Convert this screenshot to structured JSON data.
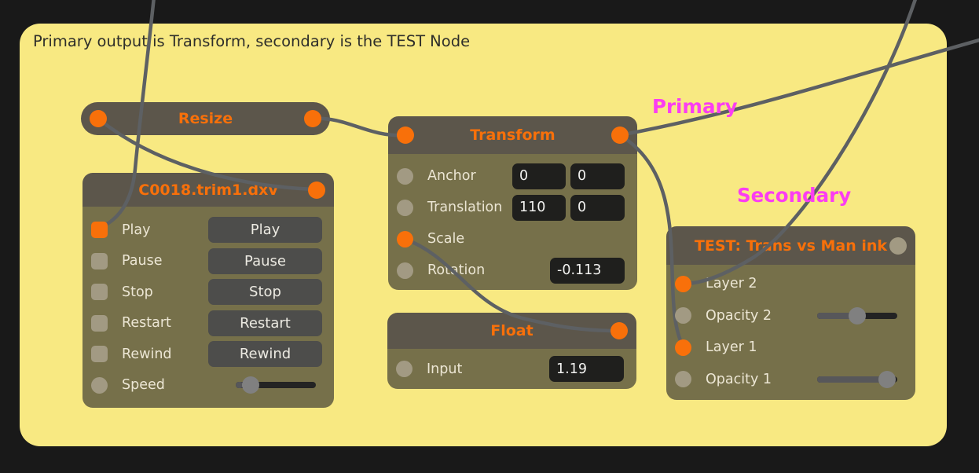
{
  "caption": "Primary output is Transform, secondary is the TEST Node",
  "annotations": {
    "primary": "Primary",
    "secondary": "Secondary"
  },
  "colors": {
    "frame_bg": "#191919",
    "canvas_bg": "#f8e982",
    "node_header": "#5c564b",
    "node_body": "#76704a",
    "accent_orange": "#f8700a",
    "port_gray": "#a29a83",
    "wire": "#5d6063",
    "magenta": "#fb3df2",
    "field_bg": "#1f1f1d",
    "button_bg": "#4d4d4b",
    "label_text": "#ece6d4",
    "caption_text": "#2e2e2a"
  },
  "nodes": {
    "resize": {
      "title": "Resize"
    },
    "movie": {
      "title": "C0018.trim1.dxv",
      "rows": [
        {
          "label": "Play",
          "port": "orange-square",
          "button": "Play"
        },
        {
          "label": "Pause",
          "port": "gray-square",
          "button": "Pause"
        },
        {
          "label": "Stop",
          "port": "gray-square",
          "button": "Stop"
        },
        {
          "label": "Restart",
          "port": "gray-square",
          "button": "Restart"
        },
        {
          "label": "Rewind",
          "port": "gray-square",
          "button": "Rewind"
        },
        {
          "label": "Speed",
          "port": "gray-circle",
          "slider": {
            "value_pct": 10
          }
        }
      ]
    },
    "transform": {
      "title": "Transform",
      "rows": [
        {
          "label": "Anchor",
          "port": "gray-circle",
          "fields": [
            "0",
            "0"
          ]
        },
        {
          "label": "Translation",
          "port": "gray-circle",
          "fields": [
            "110",
            "0"
          ]
        },
        {
          "label": "Scale",
          "port": "orange-circle",
          "fields": []
        },
        {
          "label": "Rotation",
          "port": "gray-circle",
          "fields": [
            "-0.113"
          ]
        }
      ]
    },
    "float": {
      "title": "Float",
      "rows": [
        {
          "label": "Input",
          "port": "gray-circle",
          "fields": [
            "1.19"
          ]
        }
      ]
    },
    "test": {
      "title": "TEST: Trans vs Man ink",
      "rows": [
        {
          "label": "Layer 2",
          "port": "orange-circle"
        },
        {
          "label": "Opacity 2",
          "port": "gray-circle",
          "slider": {
            "value_pct": 50
          }
        },
        {
          "label": "Layer 1",
          "port": "orange-circle"
        },
        {
          "label": "Opacity 1",
          "port": "gray-circle",
          "slider": {
            "value_pct": 97
          }
        }
      ]
    }
  }
}
